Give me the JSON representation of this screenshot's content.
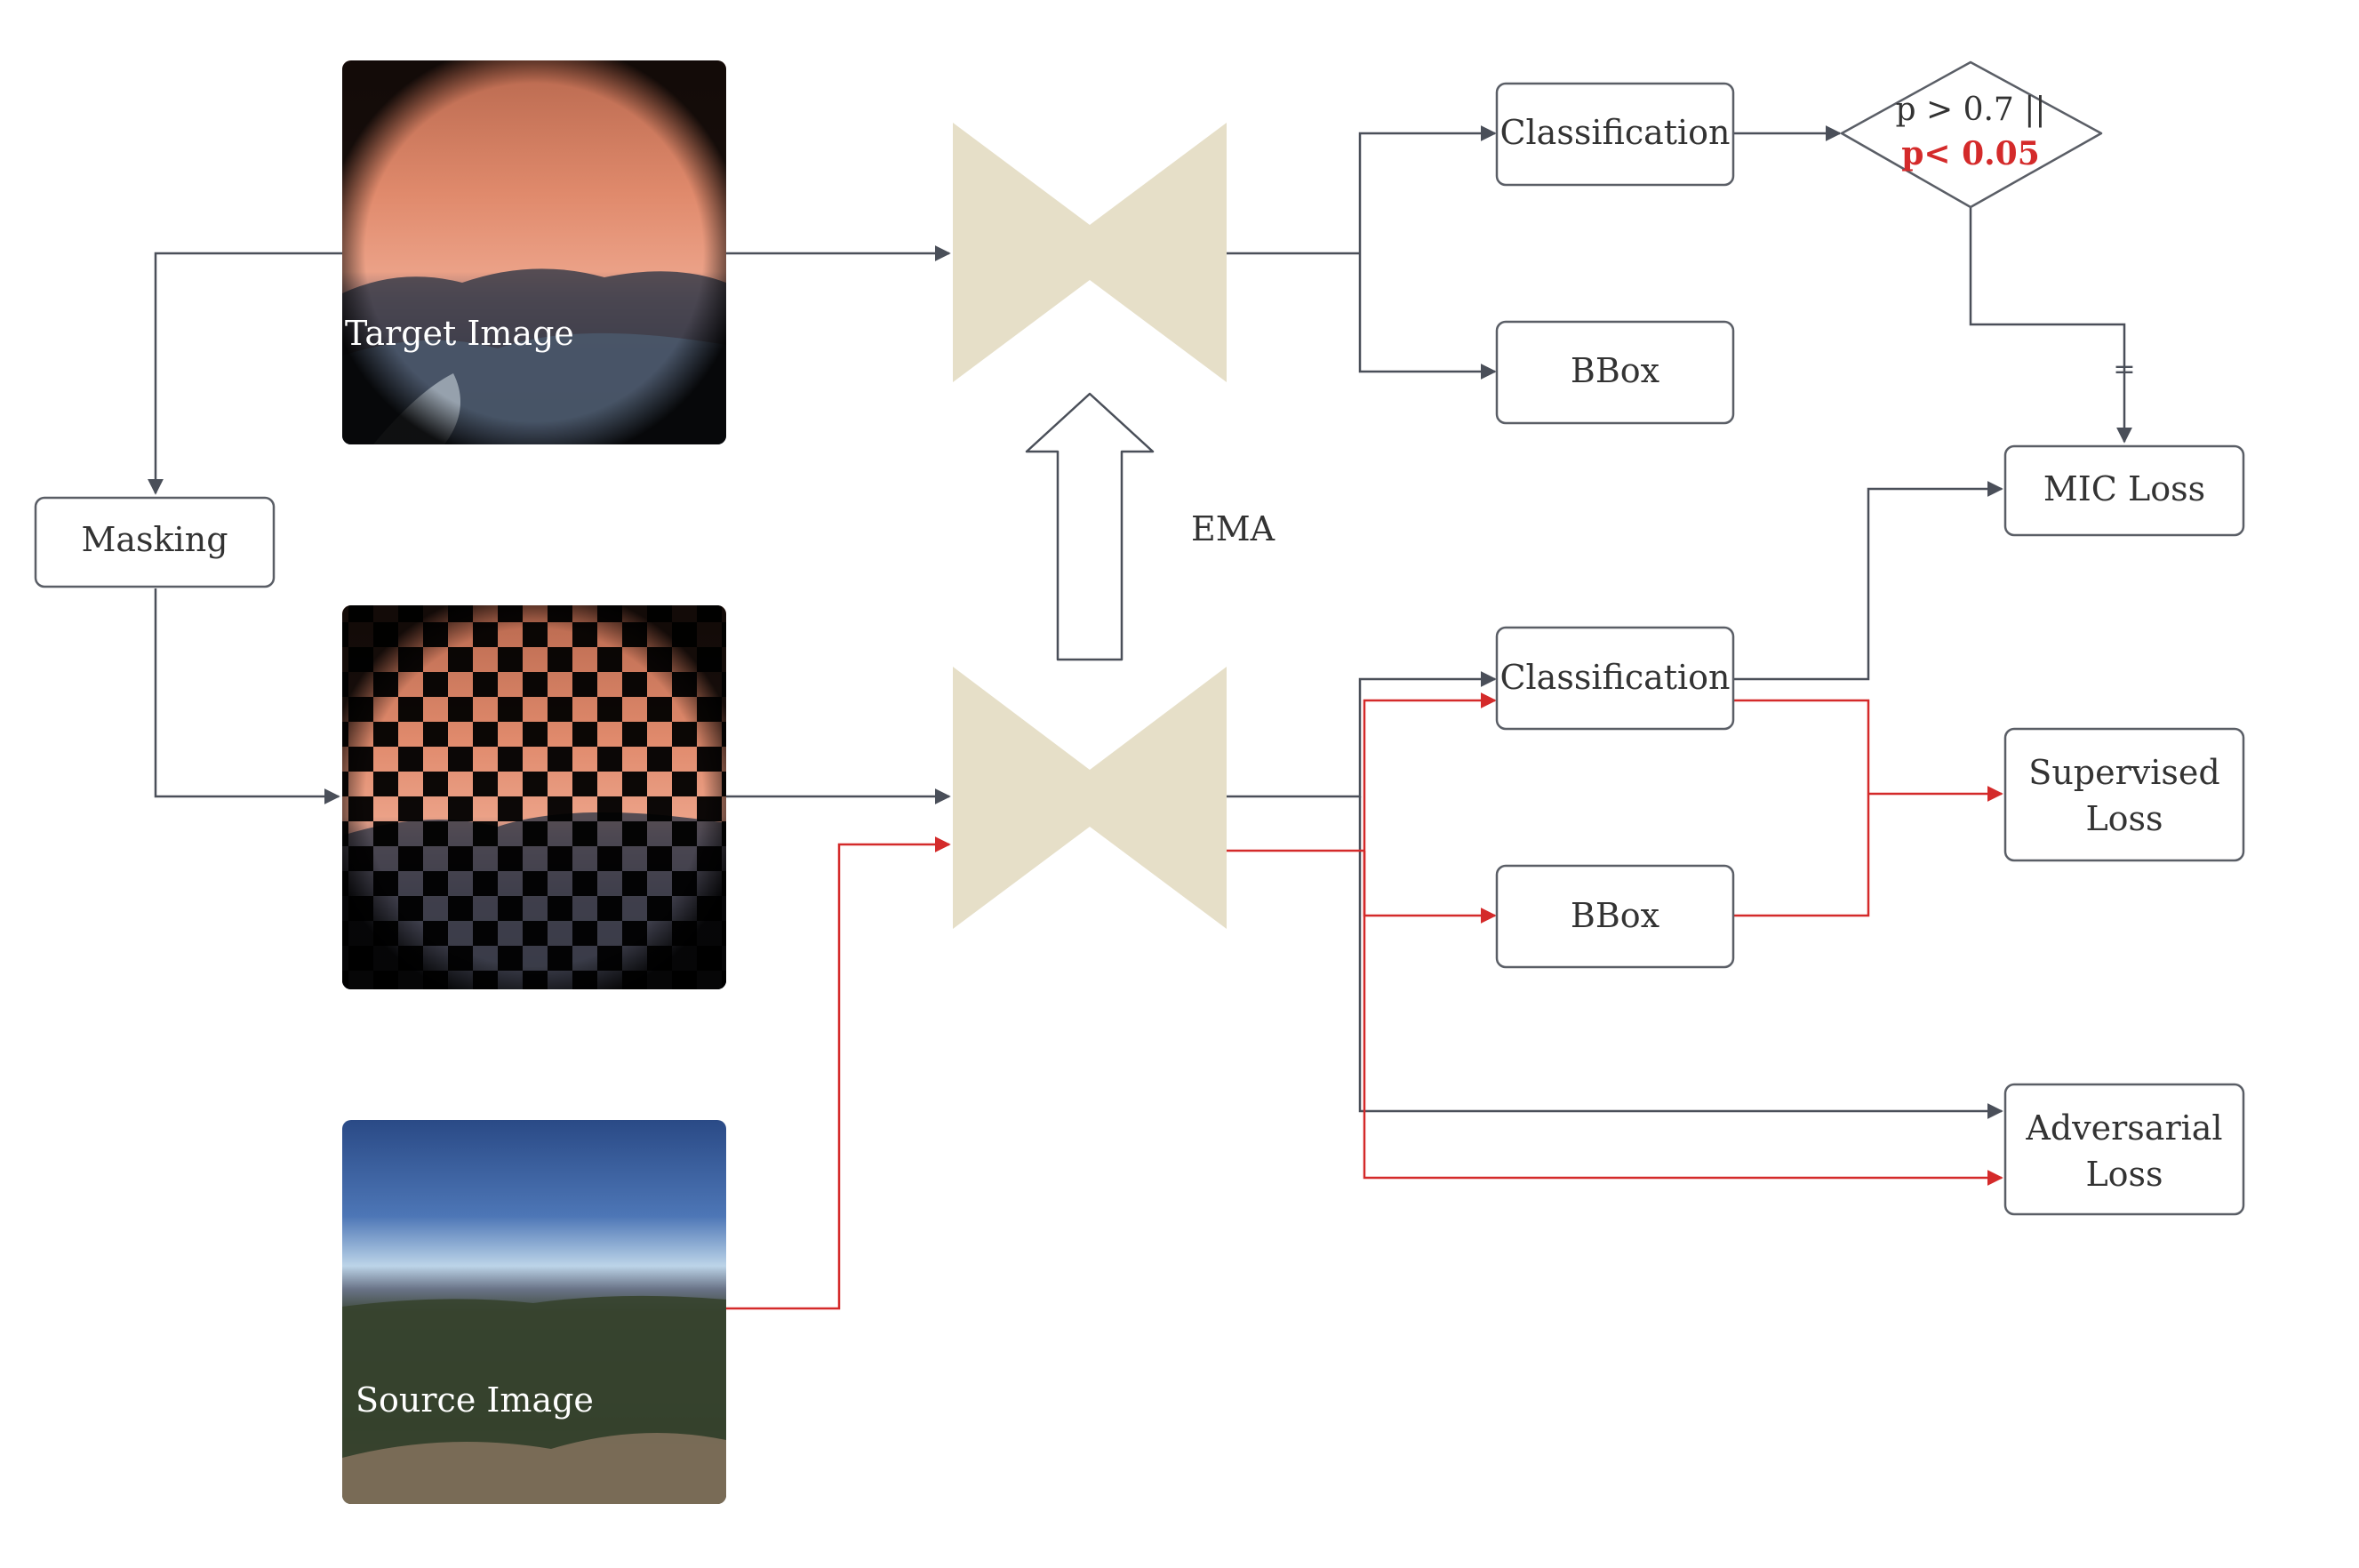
{
  "nodes": {
    "masking": "Masking",
    "cls_top": "Classification",
    "bbox_top": "BBox",
    "cls_bottom": "Classification",
    "bbox_bottom": "BBox",
    "mic_loss": "MIC Loss",
    "sup_loss_1": "Supervised",
    "sup_loss_2": "Loss",
    "adv_loss_1": "Adversarial",
    "adv_loss_2": "Loss"
  },
  "images": {
    "target": "Target Image",
    "source": "Source Image"
  },
  "decision": {
    "line1": "p > 0.7 ||",
    "line2": "p< 0.05"
  },
  "ema_label": "EMA",
  "equals_label": "=",
  "colors": {
    "line": "#4a4f59",
    "red": "#d42a2a",
    "network": "#e6dfc8",
    "box_border": "#5a5e66"
  }
}
